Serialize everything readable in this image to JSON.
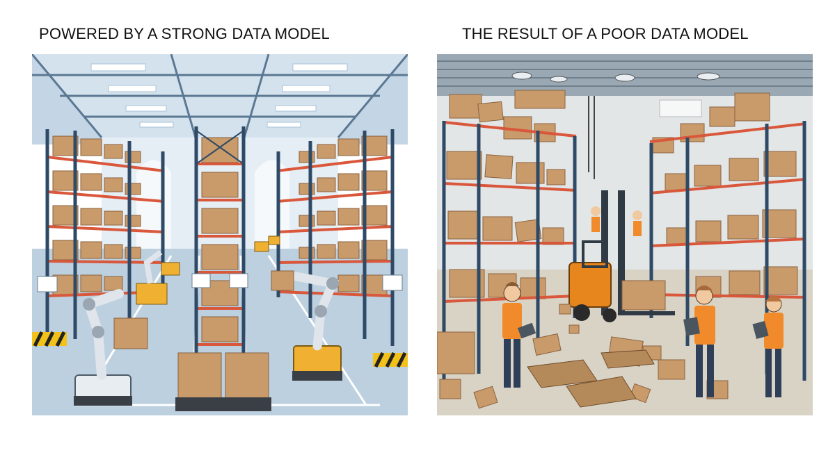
{
  "captions": {
    "left": "POWERED BY A STRONG DATA MODEL",
    "right": "THE RESULT OF A POOR DATA MODEL"
  },
  "colors": {
    "left_background": "#d7e6f1",
    "right_background": "#d9d3c6",
    "rack_upright": "#2f4a66",
    "rack_beam": "#d9573b",
    "box": "#c99a6a",
    "robot_base": "#f0b132",
    "forklift": "#e8861e",
    "worker_vest": "#f08a2a",
    "caption_text": "#111111"
  },
  "icons": {
    "left_scene": "organized-warehouse-illustration",
    "right_scene": "chaotic-warehouse-illustration"
  }
}
